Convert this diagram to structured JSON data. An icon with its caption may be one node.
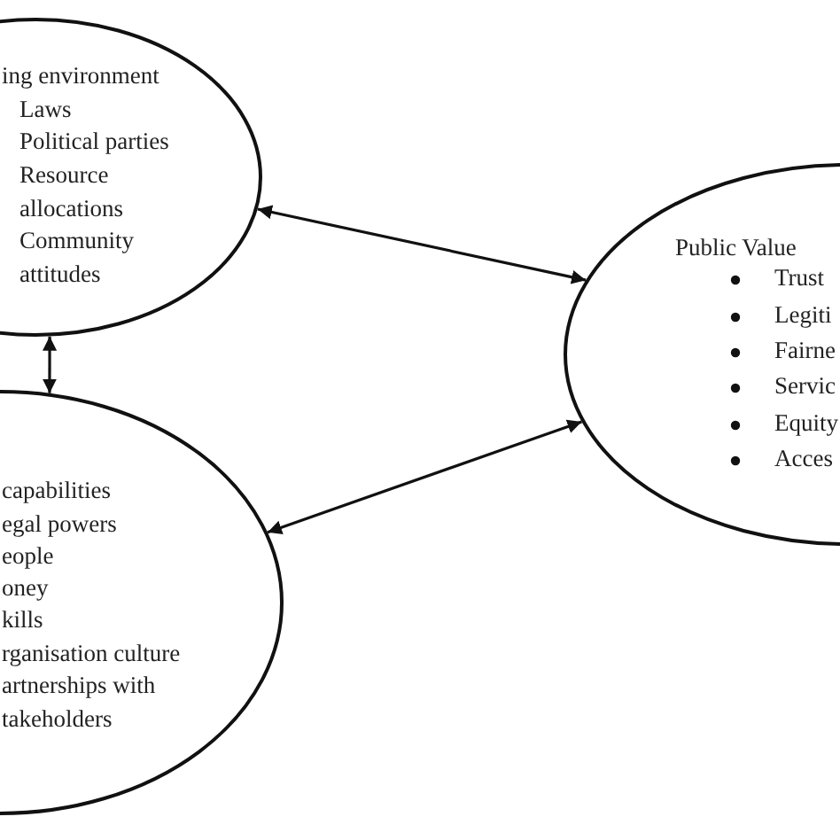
{
  "diagram": {
    "nodes": [
      {
        "text": [
          "ing environment",
          "Laws",
          "Political parties",
          "Resource allocations",
          "Community attitudes"
        ]
      },
      {
        "text": [
          "capabilities",
          "egal powers",
          "eople",
          "oney",
          "kills",
          "rganisation culture",
          "artnerships with takeholders"
        ]
      },
      {
        "text": [
          "Public Value",
          "Trust",
          "Legiti",
          "Fairne",
          "Servic",
          "Equity",
          "Acces"
        ]
      }
    ],
    "edges": [
      {
        "from": 0,
        "to": 2,
        "arrow": "both"
      },
      {
        "from": 0,
        "to": 1,
        "arrow": "both"
      },
      {
        "from": 1,
        "to": 2,
        "arrow": "both"
      }
    ]
  }
}
